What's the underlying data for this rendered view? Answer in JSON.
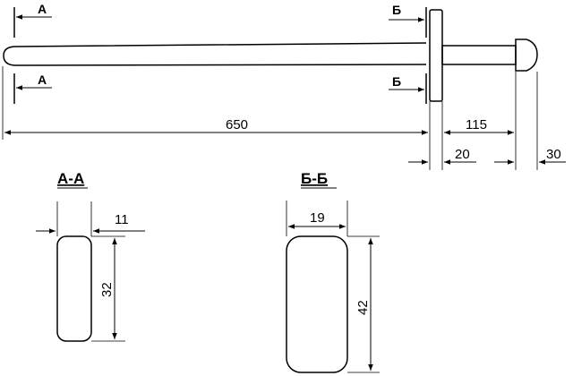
{
  "section_markers": {
    "a_top": "А",
    "a_bottom": "А",
    "b_top": "Б",
    "b_bottom": "Б"
  },
  "dimensions": {
    "blade_length": "650",
    "guard_to_pommel": "115",
    "guard_thickness": "20",
    "pommel_thickness": "30"
  },
  "section_aa": {
    "title": "А-А",
    "width": "11",
    "height": "32"
  },
  "section_bb": {
    "title": "Б-Б",
    "width": "19",
    "height": "42"
  }
}
